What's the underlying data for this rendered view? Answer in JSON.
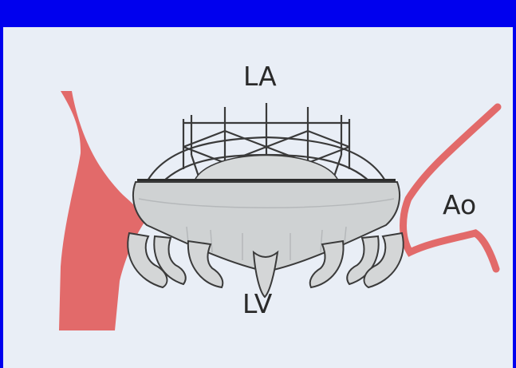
{
  "labels": {
    "left_atrium": "LA",
    "left_ventricle": "LV",
    "aorta": "Ao"
  },
  "colors": {
    "frame": "#0000ee",
    "background": "#e9eef6",
    "tissue": "#e26a6a",
    "valve_body": "#cfd2d3",
    "valve_outline": "#3a3a3a"
  }
}
